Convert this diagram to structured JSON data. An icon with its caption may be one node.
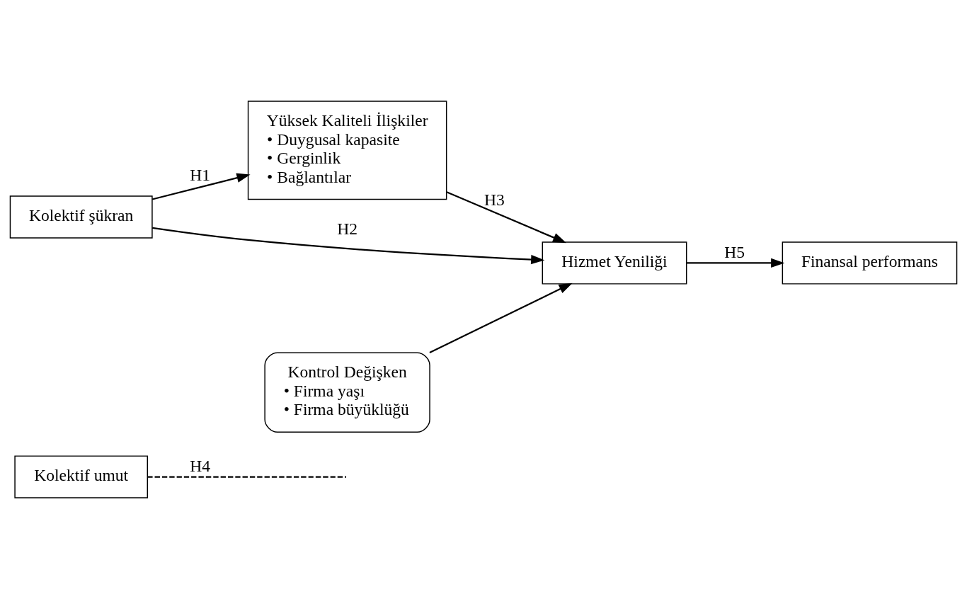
{
  "diagram": {
    "nodes": [
      {
        "text": [
          "Kolektif umut"
        ]
      },
      {
        "text": [
          "Yüksek Kaliteli İlişkiler",
          "• Duygusal kapasite",
          "• Gerginlik",
          "• Bağlantılar"
        ]
      },
      {
        "text": [
          "Kolektif şükran"
        ]
      },
      {
        "text": [
          "Hizmet Yeniliği"
        ]
      },
      {
        "text": [
          "Finansal performans"
        ]
      },
      {
        "text": [
          "Kontrol Değişken",
          "• Firma yaşı",
          "• Firma büyüklüğü"
        ]
      }
    ],
    "edges": [
      {
        "from": 2,
        "to": 1,
        "arrow": "to",
        "label": "H1"
      },
      {
        "from": 0,
        "to": null,
        "arrow": "none",
        "style": "dashed",
        "label": "H4"
      },
      {
        "from": 2,
        "to": 3,
        "arrow": "to",
        "label": "H2"
      },
      {
        "from": 1,
        "to": 3,
        "arrow": "to",
        "label": "H3"
      },
      {
        "from": 3,
        "to": 4,
        "arrow": "to",
        "label": "H5"
      },
      {
        "from": 5,
        "to": 3,
        "arrow": "to"
      }
    ]
  }
}
